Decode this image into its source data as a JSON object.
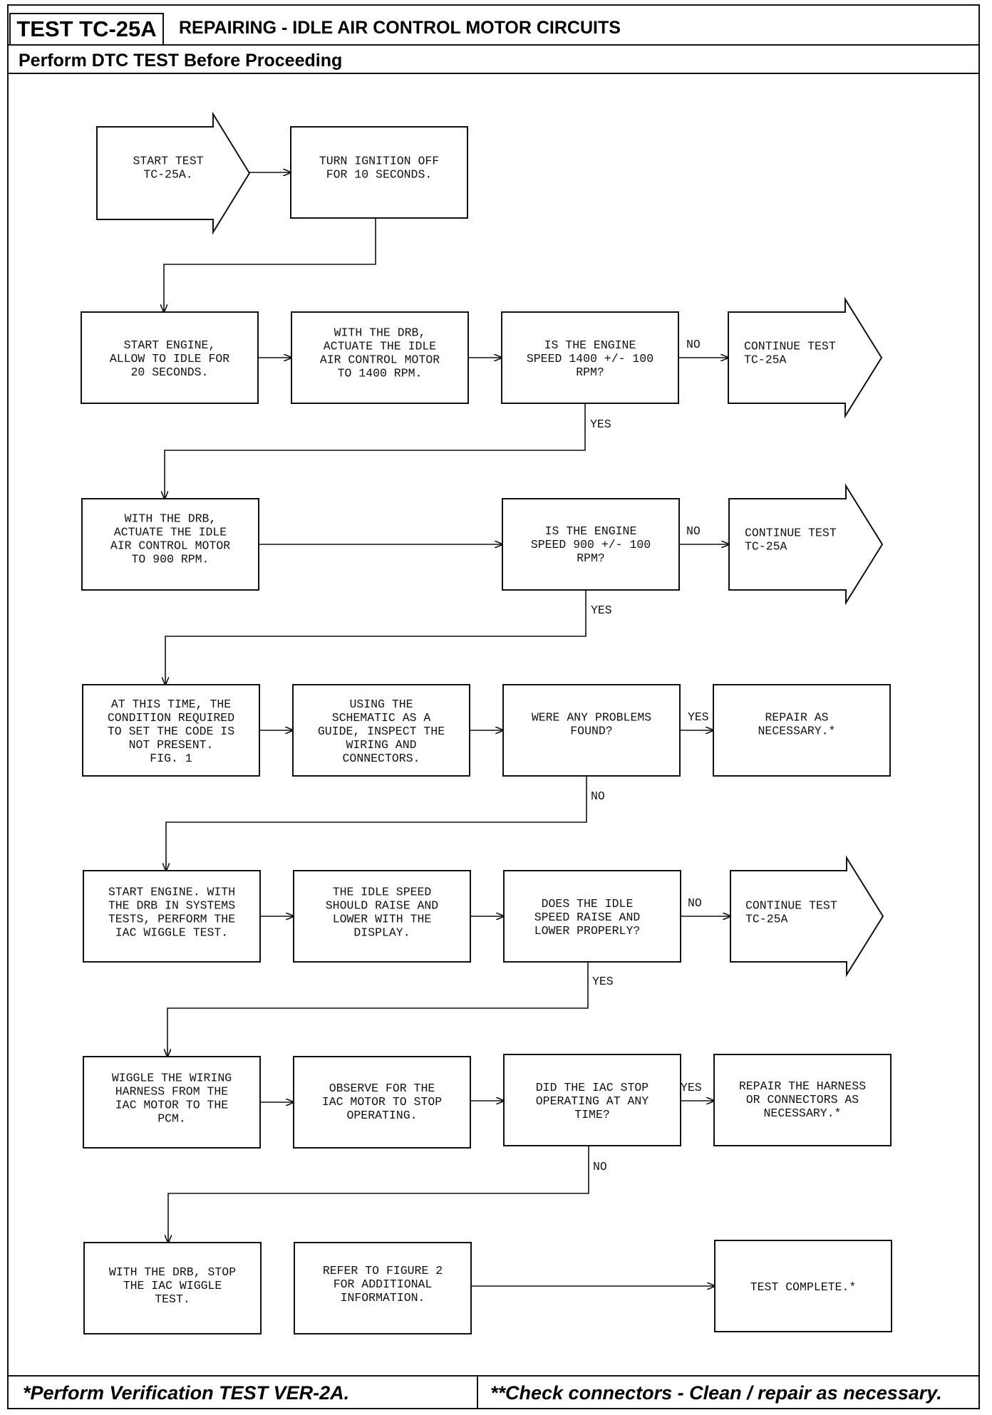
{
  "header": {
    "test_code": "TEST TC-25A",
    "title": "REPAIRING - IDLE AIR CONTROL MOTOR CIRCUITS",
    "subtitle": "Perform DTC TEST Before Proceeding"
  },
  "footer": {
    "left": "*Perform Verification TEST VER-2A.",
    "right": "**Check connectors - Clean / repair as necessary."
  },
  "nodes": {
    "start": [
      "START TEST",
      "TC-25A."
    ],
    "ign_off": [
      "TURN IGNITION OFF",
      "FOR 10 SECONDS."
    ],
    "start_engine": [
      "START ENGINE,",
      "ALLOW TO IDLE FOR",
      "20 SECONDS."
    ],
    "actuate_1400": [
      "WITH THE DRB,",
      "ACTUATE THE IDLE",
      "AIR CONTROL MOTOR",
      "TO 1400 RPM."
    ],
    "q_1400": [
      "IS THE ENGINE",
      "SPEED 1400 +/- 100",
      "RPM?"
    ],
    "cont_1": [
      "CONTINUE TEST",
      "TC-25A"
    ],
    "actuate_900": [
      "WITH THE DRB,",
      "ACTUATE THE IDLE",
      "AIR CONTROL MOTOR",
      "TO 900 RPM."
    ],
    "q_900": [
      "IS THE ENGINE",
      "SPEED 900 +/- 100",
      "RPM?"
    ],
    "cont_2": [
      "CONTINUE TEST",
      "TC-25A"
    ],
    "not_present": [
      "AT THIS TIME, THE",
      "CONDITION REQUIRED",
      "TO SET THE CODE IS",
      "NOT PRESENT.",
      "FIG. 1"
    ],
    "inspect": [
      "USING THE",
      "SCHEMATIC AS A",
      "GUIDE, INSPECT THE",
      "WIRING AND",
      "CONNECTORS."
    ],
    "q_problems": [
      "WERE ANY PROBLEMS",
      "FOUND?"
    ],
    "repair_1": [
      "REPAIR AS",
      "NECESSARY.*"
    ],
    "wiggle_start": [
      "START ENGINE. WITH",
      "THE DRB IN SYSTEMS",
      "TESTS, PERFORM THE",
      "IAC WIGGLE TEST."
    ],
    "idle_raise": [
      "THE IDLE SPEED",
      "SHOULD RAISE AND",
      "LOWER WITH THE",
      "DISPLAY."
    ],
    "q_idle": [
      "DOES THE IDLE",
      "SPEED RAISE AND",
      "LOWER PROPERLY?"
    ],
    "cont_3": [
      "CONTINUE TEST",
      "TC-25A"
    ],
    "wiggle_harness": [
      "WIGGLE THE WIRING",
      "HARNESS FROM THE",
      "IAC MOTOR TO THE",
      "PCM."
    ],
    "observe": [
      "OBSERVE FOR THE",
      "IAC MOTOR TO STOP",
      "OPERATING."
    ],
    "q_iac_stop": [
      "DID THE IAC STOP",
      "OPERATING AT ANY",
      "TIME?"
    ],
    "repair_2": [
      "REPAIR THE HARNESS",
      "OR CONNECTORS AS",
      "NECESSARY.*"
    ],
    "stop_wiggle": [
      "WITH THE DRB, STOP",
      "THE IAC WIGGLE",
      "TEST."
    ],
    "refer_fig2": [
      "REFER TO FIGURE 2",
      "FOR ADDITIONAL",
      "INFORMATION."
    ],
    "complete": [
      "TEST COMPLETE.*"
    ]
  },
  "labels": {
    "no_1": "NO",
    "yes_1": "YES",
    "no_2": "NO",
    "yes_2": "YES",
    "yes_3": "YES",
    "no_3": "NO",
    "no_4": "NO",
    "yes_4": "YES",
    "yes_5": "YES",
    "no_5": "NO"
  }
}
